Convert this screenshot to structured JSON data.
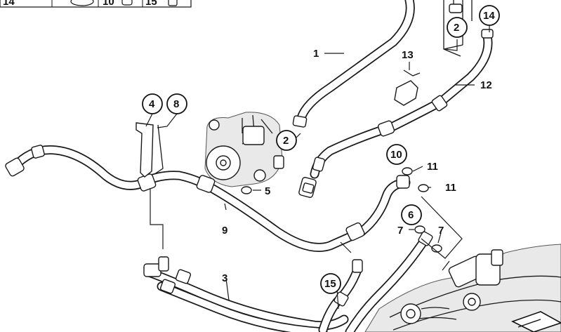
{
  "callouts": {
    "c1": "1",
    "c2a": "2",
    "c2b": "2",
    "c3": "3",
    "c4": "4",
    "c5": "5",
    "c6": "6",
    "c7a": "7",
    "c7b": "7",
    "c8": "8",
    "c9": "9",
    "c10": "10",
    "c11a": "11",
    "c11b": "11",
    "c12": "12",
    "c13": "13",
    "c14": "14",
    "c15": "15"
  },
  "legend": {
    "l14": "14",
    "l10": "10",
    "l15": "15"
  }
}
